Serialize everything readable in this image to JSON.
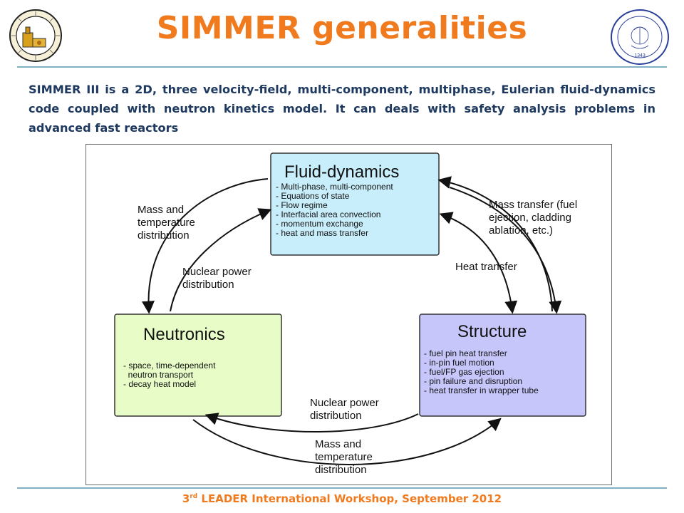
{
  "title": "SIMMER generalities",
  "intro": "SIMMER III is a 2D, three velocity-field, multi-component, multiphase, Eulerian fluid-dynamics code coupled with neutron kinetics model. It can deals with safety analysis problems in advanced fast reactors",
  "footer": {
    "ordinal": "3",
    "suffix": "rd",
    "text": " LEADER International Workshop, September 2012"
  },
  "logos": {
    "right_seal_year": "1343"
  },
  "diagram": {
    "fluid": {
      "title": "Fluid-dynamics",
      "items": [
        "- Multi-phase, multi-component",
        "- Equations of state",
        "- Flow regime",
        "- Interfacial area convection",
        "- momentum exchange",
        "- heat and mass transfer"
      ]
    },
    "neutronics": {
      "title": "Neutronics",
      "items": [
        "- space, time-dependent",
        "  neutron transport",
        "- decay heat model"
      ]
    },
    "structure": {
      "title": "Structure",
      "items": [
        "- fuel pin heat transfer",
        "- in-pin fuel motion",
        "- fuel/FP gas ejection",
        "- pin failure and disruption",
        "- heat transfer in wrapper tube"
      ]
    },
    "labels": {
      "mass_temp_left": [
        "Mass and",
        "temperature",
        "distribution"
      ],
      "nuclear_left": [
        "Nuclear power",
        "distribution"
      ],
      "mass_transfer": [
        "Mass transfer (fuel",
        "ejection, cladding",
        "ablation, etc.)"
      ],
      "heat_transfer": [
        "Heat transfer"
      ],
      "nuclear_bottom": [
        "Nuclear power",
        "distribution"
      ],
      "mass_temp_bottom": [
        "Mass and",
        "temperature",
        "distribution"
      ]
    },
    "colors": {
      "fluid_fill": "#c9eefb",
      "neutronics_fill": "#e8fcc8",
      "structure_fill": "#c6c6fb",
      "title_orange": "#f07a1e",
      "text_navy": "#1f3a60"
    }
  }
}
